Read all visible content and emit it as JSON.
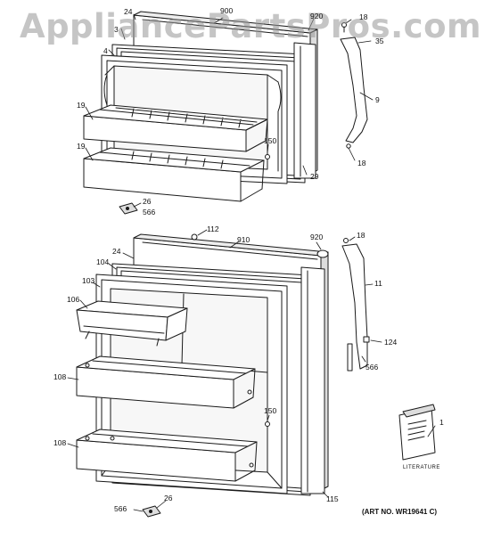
{
  "watermark": "AppliancePartsPros.com",
  "art_number": "(ART NO. WR19641 C)",
  "literature_label": "LITERATURE",
  "callouts": {
    "c900": "900",
    "c920a": "920",
    "c18a": "18",
    "c24a": "24",
    "c3": "3",
    "c4": "4",
    "c35": "35",
    "c9": "9",
    "c19a": "19",
    "c19b": "19",
    "c150a": "150",
    "c29": "29",
    "c18b": "18",
    "c26a": "26",
    "c566a": "566",
    "c112": "112",
    "c910": "910",
    "c920b": "920",
    "c18c": "18",
    "c24b": "24",
    "c104": "104",
    "c103": "103",
    "c106": "106",
    "c11": "11",
    "c124": "124",
    "c566b": "566",
    "c108a": "108",
    "c150b": "150",
    "c108b": "108",
    "c1": "1",
    "c115": "115",
    "c26b": "26",
    "c566c": "566"
  },
  "colors": {
    "line": "#1a1a1a",
    "shade": "#d9d9d9",
    "watermark": "#969696"
  }
}
